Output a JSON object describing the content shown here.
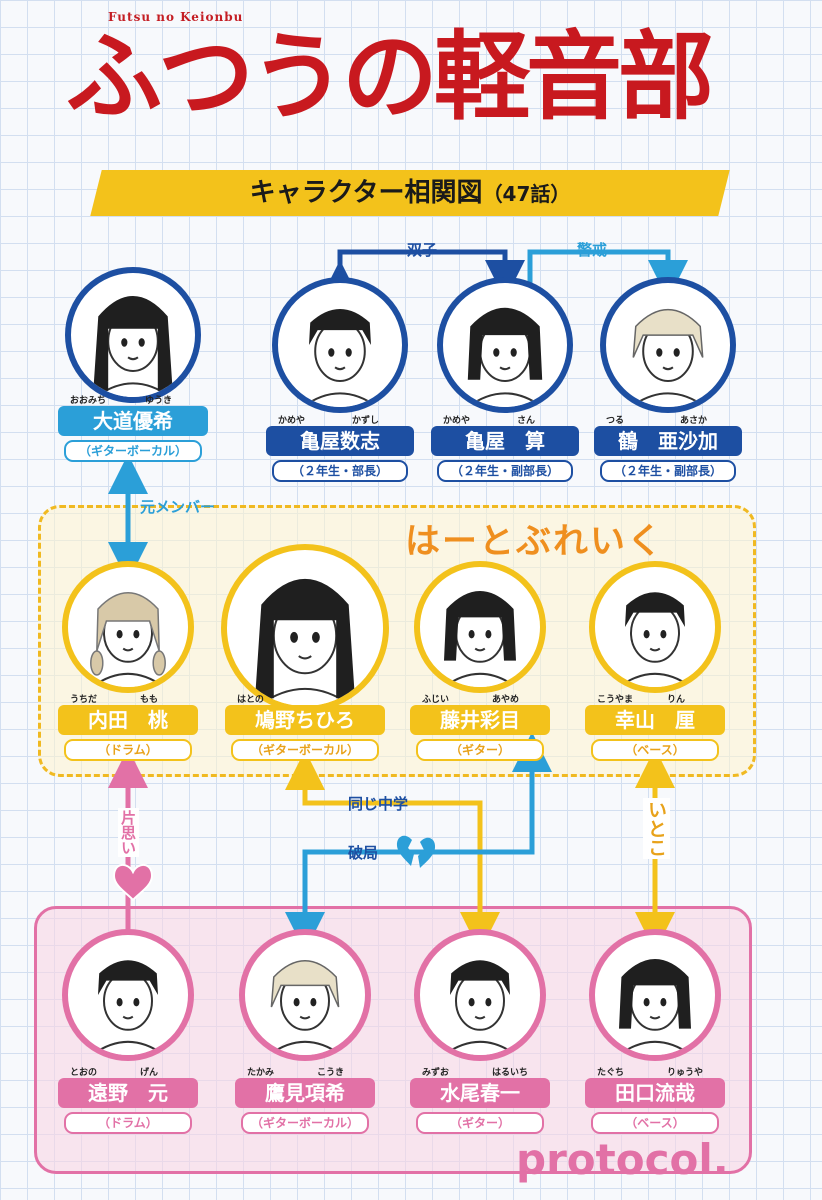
{
  "title": {
    "romaji": "Futsu no Keionbu",
    "main": "ふつうの軽音部",
    "subtitle": "キャラクター相関図",
    "episode": "（47話）"
  },
  "groups": {
    "heartbreak": "はーとぶれいく",
    "protocol": "protocol."
  },
  "characters": [
    {
      "id": "oomichi",
      "ruby_surname": "おおみち",
      "ruby_given": "ゆうき",
      "name": "大道優希",
      "role": "（ギターボーカル）"
    },
    {
      "id": "kameya-kazushi",
      "ruby_surname": "かめや",
      "ruby_given": "かずし",
      "name": "亀屋数志",
      "role": "（２年生・部長）"
    },
    {
      "id": "kameya-san",
      "ruby_surname": "かめや",
      "ruby_given": "さん",
      "name": "亀屋　算",
      "role": "（２年生・副部長）"
    },
    {
      "id": "tsuru",
      "ruby_surname": "つる",
      "ruby_given": "あさか",
      "name": "鶴　亜沙加",
      "role": "（２年生・副部長）"
    },
    {
      "id": "uchida",
      "ruby_surname": "うちだ",
      "ruby_given": "もも",
      "name": "内田　桃",
      "role": "（ドラム）"
    },
    {
      "id": "hatono",
      "ruby_surname": "はとの",
      "ruby_given": "",
      "name": "鳩野ちひろ",
      "role": "（ギターボーカル）"
    },
    {
      "id": "fujii",
      "ruby_surname": "ふじい",
      "ruby_given": "あやめ",
      "name": "藤井彩目",
      "role": "（ギター）"
    },
    {
      "id": "kouyama",
      "ruby_surname": "こうやま",
      "ruby_given": "りん",
      "name": "幸山　厘",
      "role": "（ベース）"
    },
    {
      "id": "toono",
      "ruby_surname": "とおの",
      "ruby_given": "げん",
      "name": "遠野　元",
      "role": "（ドラム）"
    },
    {
      "id": "takami",
      "ruby_surname": "たかみ",
      "ruby_given": "こうき",
      "name": "鷹見項希",
      "role": "（ギターボーカル）"
    },
    {
      "id": "mizuo",
      "ruby_surname": "みずお",
      "ruby_given": "はるいち",
      "name": "水尾春一",
      "role": "（ギター）"
    },
    {
      "id": "taguchi",
      "ruby_surname": "たぐち",
      "ruby_given": "りゅうや",
      "name": "田口流哉",
      "role": "（ベース）"
    }
  ],
  "relations": {
    "twins": "双子",
    "caution": "警戒",
    "former_member": "元メンバー",
    "same_middle_school": "同じ中学",
    "breakup": "破局",
    "unrequited": "片思い",
    "cousins": "いとこ"
  },
  "colors": {
    "title_red": "#c8191f",
    "banner_yellow": "#f3c21b",
    "club_blue": "#1d4fa2",
    "alumni_cyan": "#2b9fd8",
    "heartbreak_orange": "#ef8f1f",
    "protocol_pink": "#e271a6"
  }
}
